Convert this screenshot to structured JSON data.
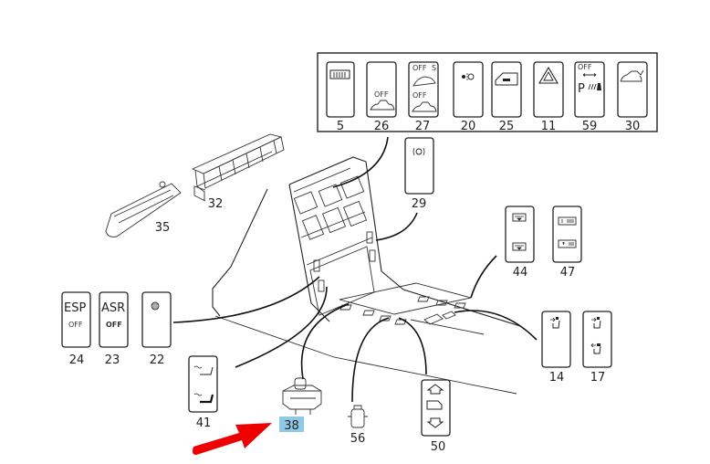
{
  "diagram": {
    "title": "Center console switch assembly - parts diagram",
    "highlight": {
      "label": "38",
      "color": "#8ecae6"
    },
    "pointer_arrow_color": "#ee0000",
    "top_panel_labels": [
      "5",
      "26",
      "27",
      "20",
      "25",
      "11",
      "59",
      "30"
    ],
    "switch_texts": {
      "sw26_off": "OFF",
      "sw27_off_top": "OFF",
      "sw27_s": "S",
      "sw27_off_bottom": "OFF",
      "sw59_off": "OFF",
      "sw59_p": "P",
      "sw24_esp": "ESP",
      "sw24_off": "OFF",
      "sw23_asr": "ASR",
      "sw23_off": "OFF"
    },
    "part_labels": {
      "p5": "5",
      "p26": "26",
      "p27": "27",
      "p20": "20",
      "p25": "25",
      "p11": "11",
      "p59": "59",
      "p30": "30",
      "p29": "29",
      "p32": "32",
      "p35": "35",
      "p44": "44",
      "p47": "47",
      "p24": "24",
      "p23": "23",
      "p22": "22",
      "p14": "14",
      "p17": "17",
      "p41": "41",
      "p38": "38",
      "p56": "56",
      "p50": "50"
    }
  }
}
